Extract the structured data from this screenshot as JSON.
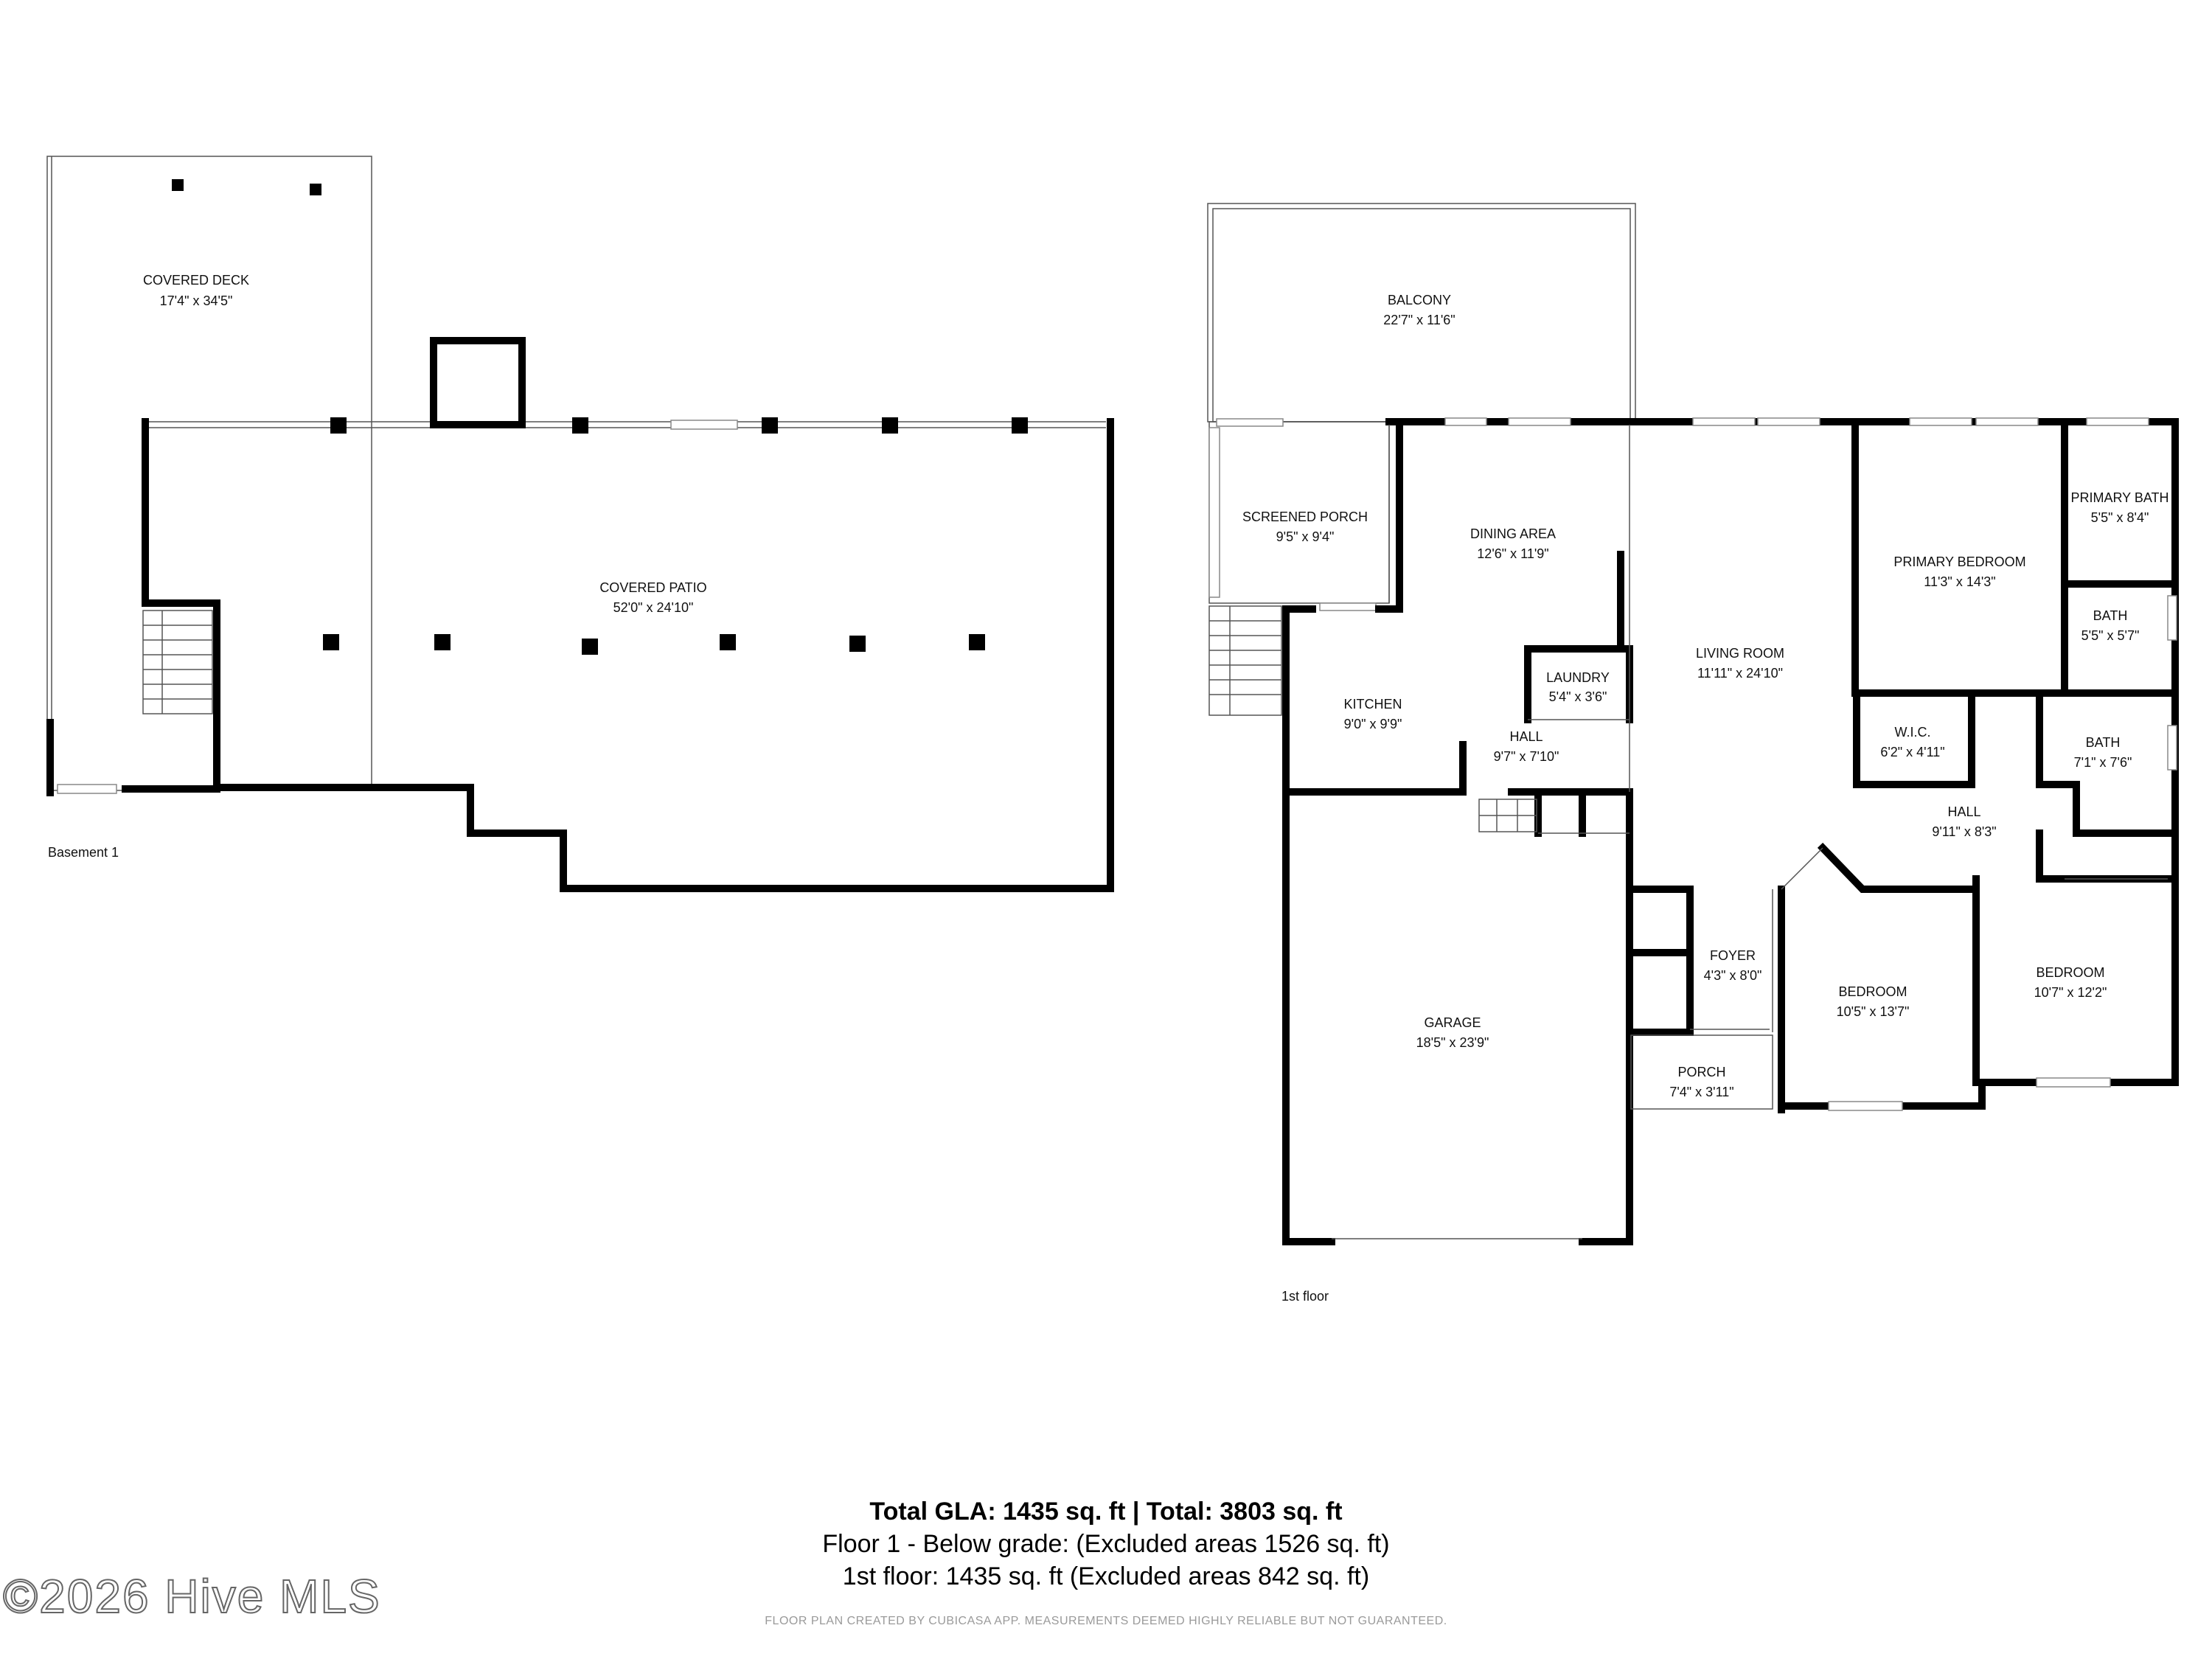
{
  "floors": {
    "basement_label": "Basement 1",
    "first_label": "1st floor"
  },
  "rooms": {
    "covered_deck": {
      "name": "COVERED DECK",
      "dim": "17'4\" x 34'5\""
    },
    "covered_patio": {
      "name": "COVERED PATIO",
      "dim": "52'0\" x 24'10\""
    },
    "balcony": {
      "name": "BALCONY",
      "dim": "22'7\" x 11'6\""
    },
    "screened_porch": {
      "name": "SCREENED PORCH",
      "dim": "9'5\" x 9'4\""
    },
    "dining_area": {
      "name": "DINING AREA",
      "dim": "12'6\" x 11'9\""
    },
    "laundry": {
      "name": "LAUNDRY",
      "dim": "5'4\" x 3'6\""
    },
    "kitchen": {
      "name": "KITCHEN",
      "dim": "9'0\" x 9'9\""
    },
    "hall_1": {
      "name": "HALL",
      "dim": "9'7\" x 7'10\""
    },
    "living_room": {
      "name": "LIVING ROOM",
      "dim": "11'11\" x 24'10\""
    },
    "primary_bedroom": {
      "name": "PRIMARY BEDROOM",
      "dim": "11'3\" x 14'3\""
    },
    "primary_bath": {
      "name": "PRIMARY BATH",
      "dim": "5'5\" x 8'4\""
    },
    "bath_1": {
      "name": "BATH",
      "dim": "5'5\" x 5'7\""
    },
    "wic": {
      "name": "W.I.C.",
      "dim": "6'2\" x 4'11\""
    },
    "bath_2": {
      "name": "BATH",
      "dim": "7'1\" x 7'6\""
    },
    "hall_2": {
      "name": "HALL",
      "dim": "9'11\" x 8'3\""
    },
    "garage": {
      "name": "GARAGE",
      "dim": "18'5\" x 23'9\""
    },
    "foyer": {
      "name": "FOYER",
      "dim": "4'3\" x 8'0\""
    },
    "bedroom_1": {
      "name": "BEDROOM",
      "dim": "10'5\" x 13'7\""
    },
    "bedroom_2": {
      "name": "BEDROOM",
      "dim": "10'7\" x 12'2\""
    },
    "porch": {
      "name": "PORCH",
      "dim": "7'4\" x 3'11\""
    }
  },
  "totals": {
    "line1": "Total GLA: 1435 sq. ft | Total: 3803 sq. ft",
    "line2": "Floor 1 - Below grade: (Excluded areas 1526 sq. ft)",
    "line3": "1st floor: 1435 sq. ft (Excluded areas 842 sq. ft)"
  },
  "disclaimer": "FLOOR PLAN CREATED BY CUBICASA APP. MEASUREMENTS DEEMED HIGHLY RELIABLE BUT NOT GUARANTEED.",
  "watermark": "©2026 Hive MLS"
}
